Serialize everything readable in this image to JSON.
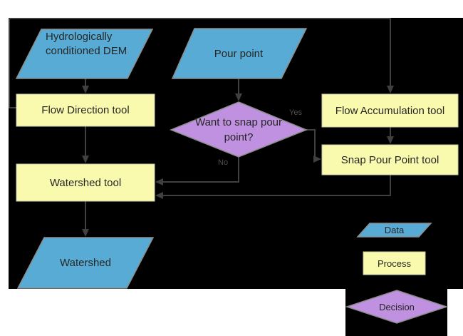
{
  "colors": {
    "background": "#ffffff",
    "canvas": "#000000",
    "data_fill": "#57abd4",
    "process_fill": "#fafaae",
    "decision_fill": "#bf91e0",
    "shape_border": "#8c8c8c",
    "process_border": "#c9c9a8",
    "line": "#404040",
    "text": "#262626",
    "branch_label": "#4d4d4d"
  },
  "nodes": {
    "dem": "Hydrologically conditioned DEM",
    "pour_point": "Pour point",
    "flow_direction": "Flow Direction tool",
    "flow_accumulation": "Flow Accumulation tool",
    "snap_pour_point": "Snap Pour Point tool",
    "decision": "Want to snap pour point?",
    "watershed_tool": "Watershed tool",
    "watershed": "Watershed"
  },
  "branch_labels": {
    "yes": "Yes",
    "no": "No"
  },
  "legend": {
    "data": "Data",
    "process": "Process",
    "decision": "Decision"
  }
}
